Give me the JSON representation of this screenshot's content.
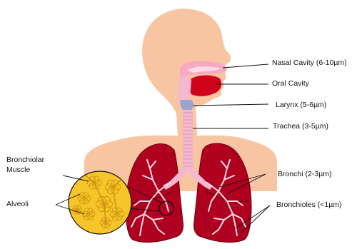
{
  "labels": {
    "nasal_cavity": "Nasal Cavity (6-10µm)",
    "oral_cavity": "Oral Cavity",
    "larynx": "Larynx (5-6µm)",
    "trachea": "Trachea (3-5µm)",
    "bronchi": "Bronchi (2-3µm)",
    "bronchioles": "Bronchioles (<1µm)",
    "bronchiolar_muscle_line1": "Bronchiolar",
    "bronchiolar_muscle_line2": "Muscle",
    "alveoli": "Alveoli"
  },
  "colors": {
    "skin": "#f8c5a3",
    "lung": "#b0001f",
    "lung_dark": "#6e0012",
    "airway": "#f4b8cf",
    "airway_light": "#fadbe6",
    "mouth": "#d0021b",
    "nasal_pink": "#f7a9c3",
    "larynx_blue": "#9aa6cf",
    "alveoli_yellow": "#f7c42a",
    "alveoli_dark": "#c9920a",
    "line": "#111111"
  }
}
